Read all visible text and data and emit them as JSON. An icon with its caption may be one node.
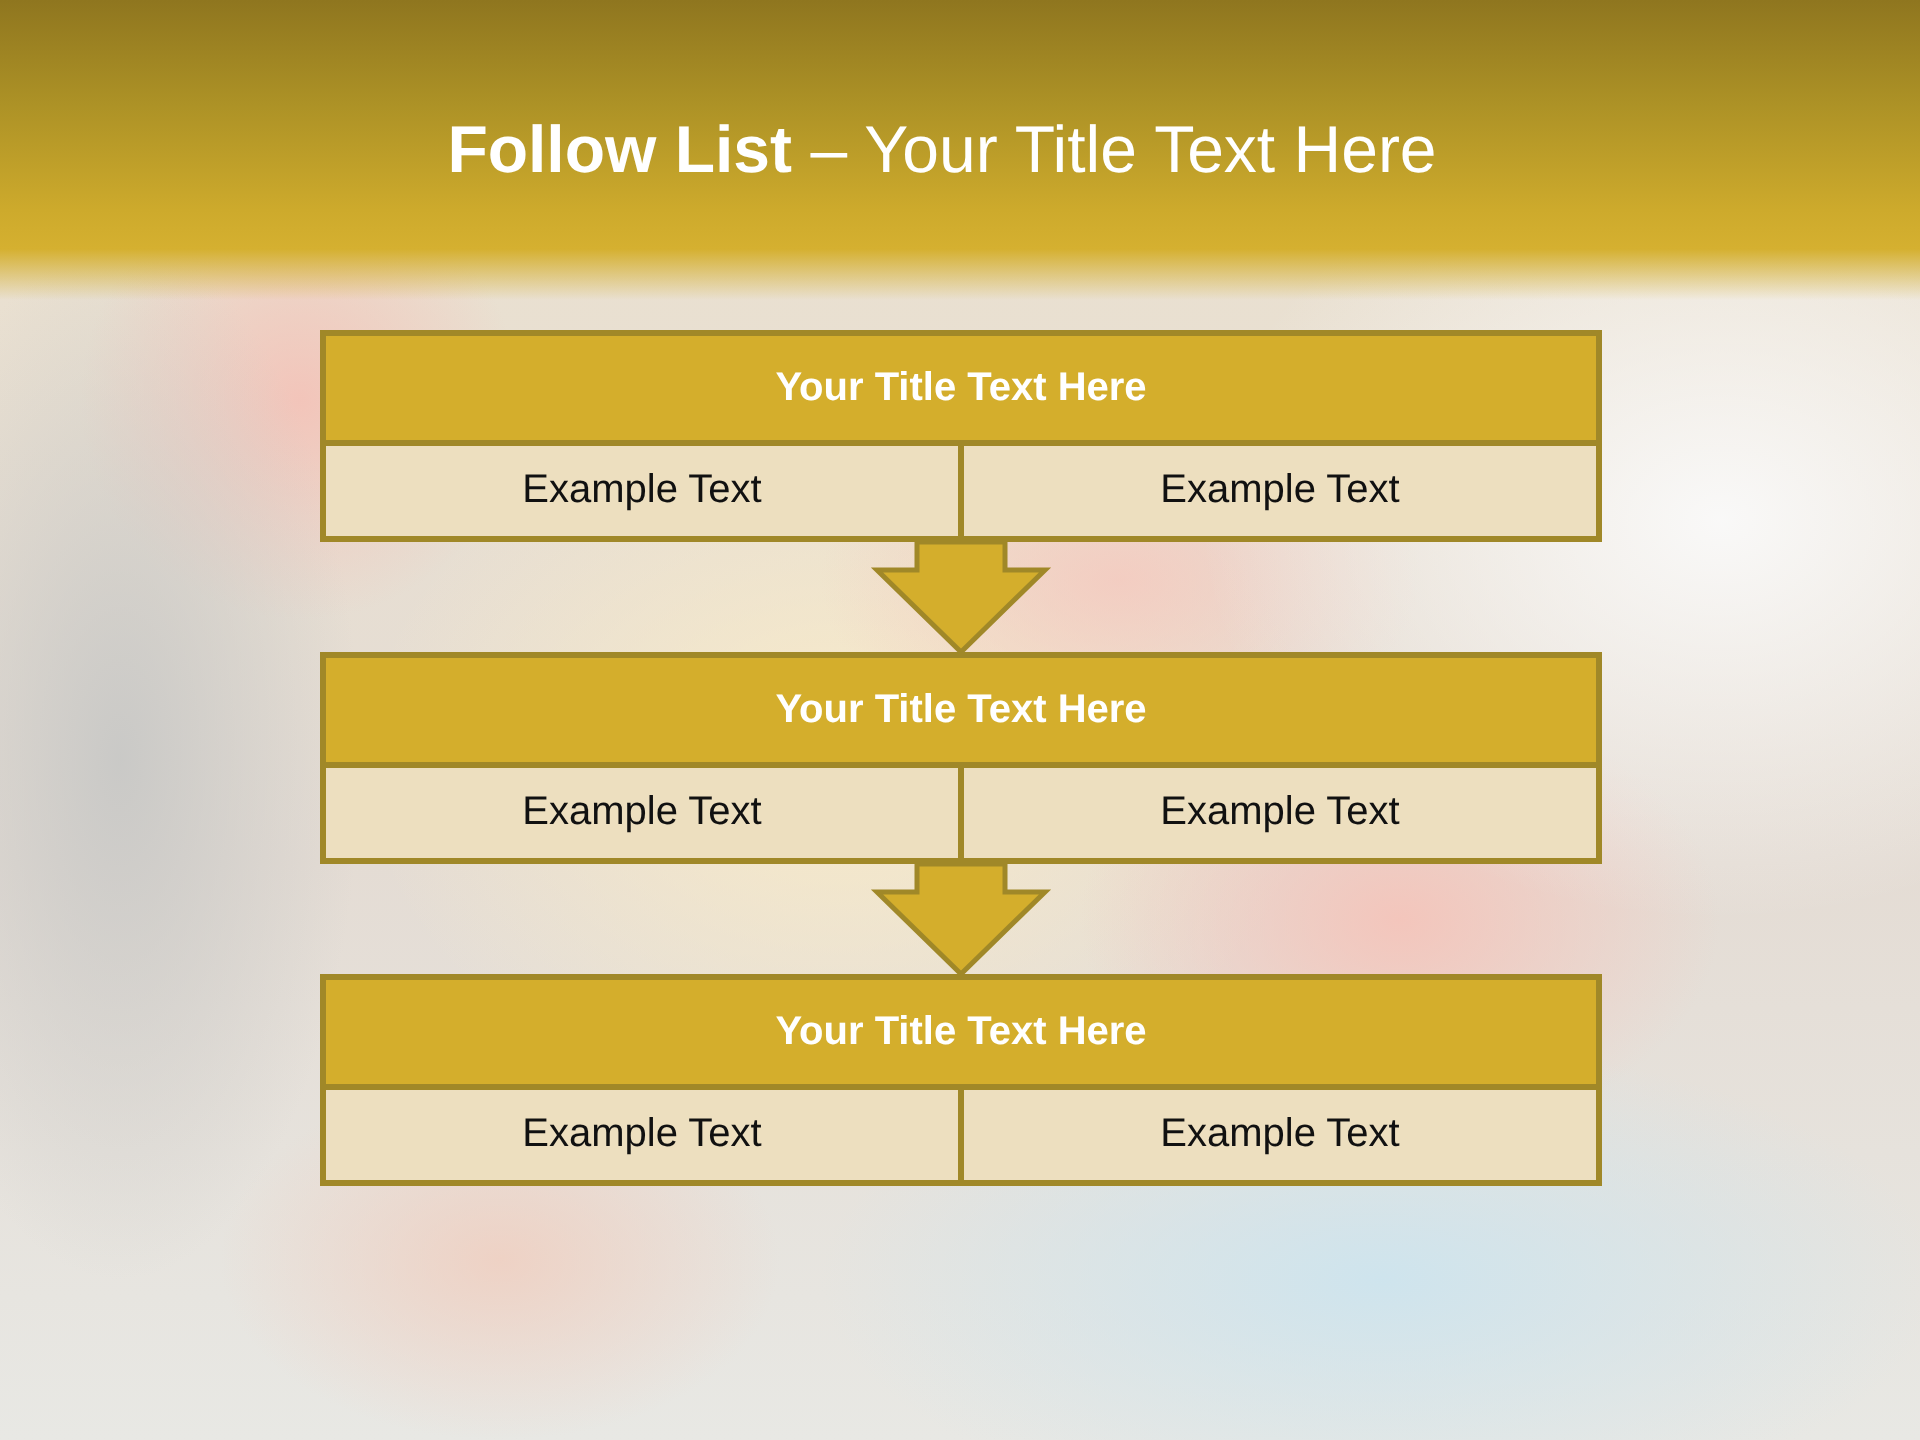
{
  "diagram": {
    "title": "**Follow List** – Your Title Text Here",
    "nodes": [
      {
        "text": [
          "Your Title Text Here"
        ]
      },
      {
        "text": [
          "Example Text"
        ],
        "in": 0
      },
      {
        "text": [
          "Example Text"
        ],
        "in": 0
      },
      {
        "text": [
          "Your Title Text Here"
        ]
      },
      {
        "text": [
          "Example Text"
        ],
        "in": 3
      },
      {
        "text": [
          "Example Text"
        ],
        "in": 3
      },
      {
        "text": [
          "Your Title Text Here"
        ]
      },
      {
        "text": [
          "Example Text"
        ],
        "in": 6
      },
      {
        "text": [
          "Example Text"
        ],
        "in": 6
      }
    ],
    "edges": [
      {
        "from": 0,
        "to": 3,
        "arrow": "to"
      },
      {
        "from": 3,
        "to": 6,
        "arrow": "to"
      }
    ]
  }
}
